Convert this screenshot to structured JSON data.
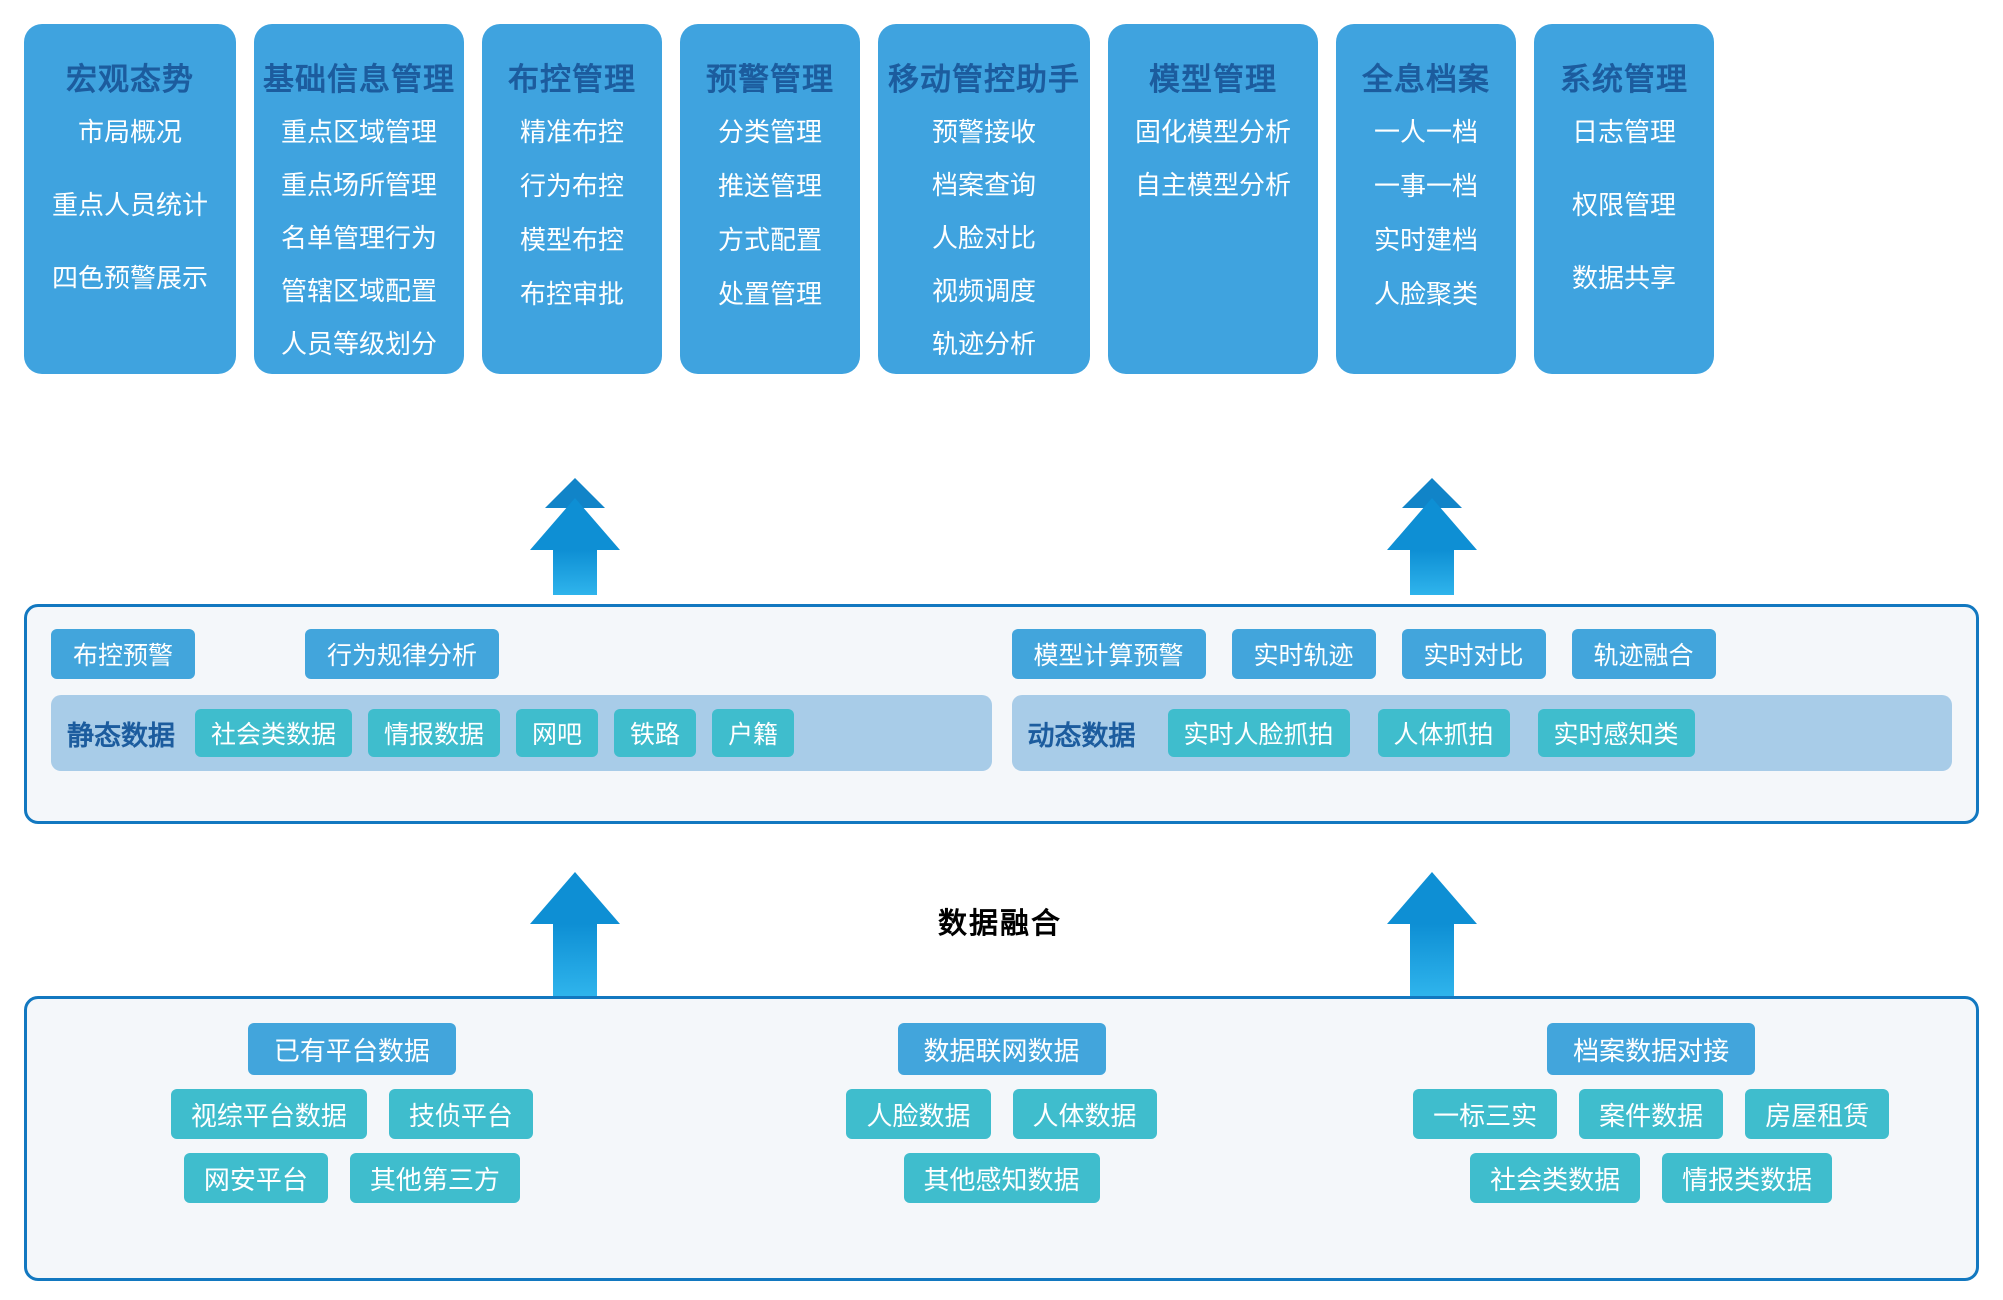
{
  "diagram": {
    "fusion_label": "数据融合",
    "colors": {
      "card_blue": "#3FA3DF",
      "title_blue": "#1C5C9E",
      "chip_blue": "#42A5DC",
      "chip_teal": "#3FBDCD",
      "panel_border": "#1278C0",
      "panel_bg": "#F4F7FA",
      "datagroup_bg": "#A8CCE8",
      "arrow_blue": "#0E8FD4"
    }
  },
  "app_modules": [
    {
      "title": "宏观态势",
      "items": [
        "市局概况",
        "重点人员统计",
        "四色预警展示"
      ]
    },
    {
      "title": "基础信息管理",
      "items": [
        "重点区域管理",
        "重点场所管理",
        "名单管理行为",
        "管辖区域配置",
        "人员等级划分"
      ]
    },
    {
      "title": "布控管理",
      "items": [
        "精准布控",
        "行为布控",
        "模型布控",
        "布控审批"
      ]
    },
    {
      "title": "预警管理",
      "items": [
        "分类管理",
        "推送管理",
        "方式配置",
        "处置管理"
      ]
    },
    {
      "title": "移动管控助手",
      "items": [
        "预警接收",
        "档案查询",
        "人脸对比",
        "视频调度",
        "轨迹分析"
      ]
    },
    {
      "title": "模型管理",
      "items": [
        "固化模型分析",
        "自主模型分析"
      ]
    },
    {
      "title": "全息档案",
      "items": [
        "一人一档",
        "一事一档",
        "实时建档",
        "人脸聚类"
      ]
    },
    {
      "title": "系统管理",
      "items": [
        "日志管理",
        "权限管理",
        "数据共享"
      ]
    }
  ],
  "fusion_panel": {
    "static": {
      "capabilities": [
        "布控预警",
        "行为规律分析"
      ],
      "group_label": "静态数据",
      "sources": [
        "社会类数据",
        "情报数据",
        "网吧",
        "铁路",
        "户籍"
      ]
    },
    "dynamic": {
      "capabilities": [
        "模型计算预警",
        "实时轨迹",
        "实时对比",
        "轨迹融合"
      ],
      "group_label": "动态数据",
      "sources": [
        "实时人脸抓拍",
        "人体抓拍",
        "实时感知类"
      ]
    }
  },
  "source_panel": [
    {
      "head": "已有平台数据",
      "row1": [
        "视综平台数据",
        "技侦平台"
      ],
      "row2": [
        "网安平台",
        "其他第三方"
      ]
    },
    {
      "head": "数据联网数据",
      "row1": [
        "人脸数据",
        "人体数据"
      ],
      "row2": [
        "其他感知数据"
      ]
    },
    {
      "head": "档案数据对接",
      "row1": [
        "一标三实",
        "案件数据",
        "房屋租赁"
      ],
      "row2": [
        "社会类数据",
        "情报类数据"
      ]
    }
  ]
}
